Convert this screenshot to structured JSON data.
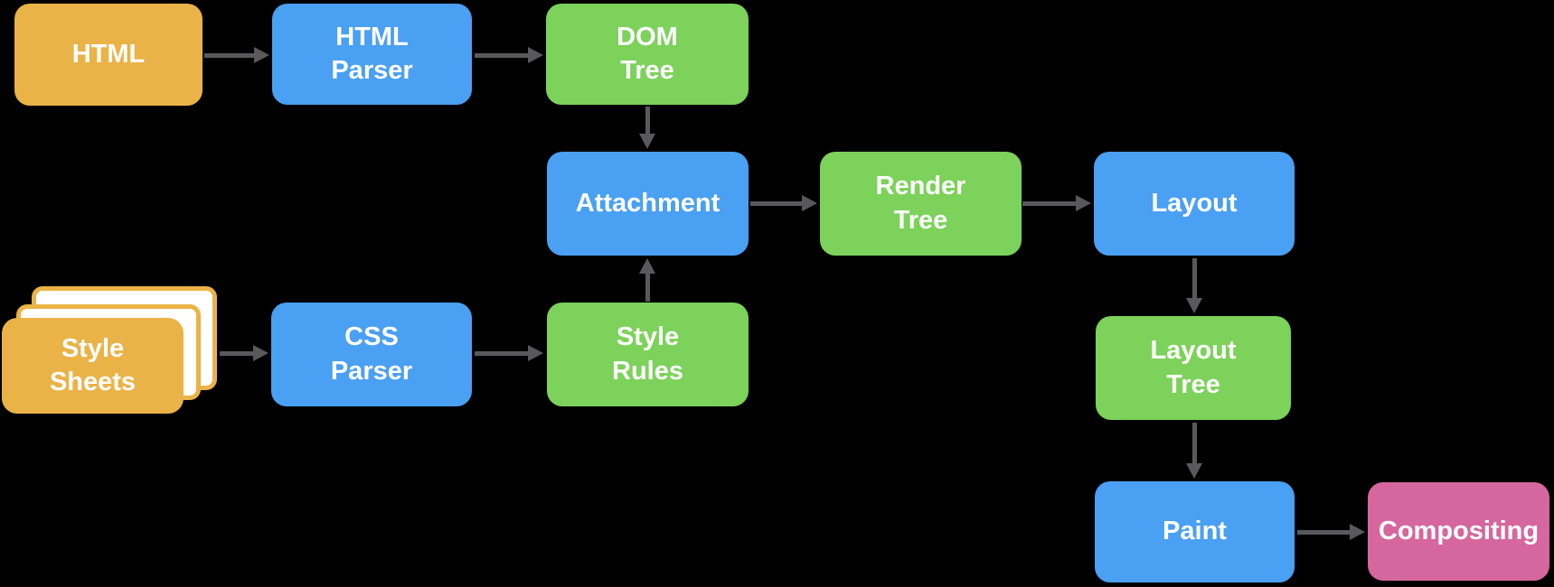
{
  "diagram": {
    "background": "#000000",
    "nodes": {
      "html": {
        "label": "HTML",
        "color": "#EAB347"
      },
      "html_parser": {
        "label": "HTML\nParser",
        "color": "#4AA0F2"
      },
      "dom_tree": {
        "label": "DOM\nTree",
        "color": "#7CD25A"
      },
      "attachment": {
        "label": "Attachment",
        "color": "#4AA0F2"
      },
      "render_tree": {
        "label": "Render\nTree",
        "color": "#7CD25A"
      },
      "layout": {
        "label": "Layout",
        "color": "#4AA0F2"
      },
      "style_sheets": {
        "label": "Style\nSheets",
        "color": "#EAB347"
      },
      "css_parser": {
        "label": "CSS\nParser",
        "color": "#4AA0F2"
      },
      "style_rules": {
        "label": "Style\nRules",
        "color": "#7CD25A"
      },
      "layout_tree": {
        "label": "Layout\nTree",
        "color": "#7CD25A"
      },
      "paint": {
        "label": "Paint",
        "color": "#4AA0F2"
      },
      "compositing": {
        "label": "Compositing",
        "color": "#D5679E"
      }
    },
    "edges": [
      {
        "from": "HTML",
        "to": "HTML Parser",
        "direction": "right"
      },
      {
        "from": "HTML Parser",
        "to": "DOM Tree",
        "direction": "right"
      },
      {
        "from": "DOM Tree",
        "to": "Attachment",
        "direction": "down"
      },
      {
        "from": "Attachment",
        "to": "Render Tree",
        "direction": "right"
      },
      {
        "from": "Render Tree",
        "to": "Layout",
        "direction": "right"
      },
      {
        "from": "Style Sheets",
        "to": "CSS Parser",
        "direction": "right"
      },
      {
        "from": "CSS Parser",
        "to": "Style Rules",
        "direction": "right"
      },
      {
        "from": "Style Rules",
        "to": "Attachment",
        "direction": "up"
      },
      {
        "from": "Layout",
        "to": "Layout Tree",
        "direction": "down"
      },
      {
        "from": "Layout Tree",
        "to": "Paint",
        "direction": "down"
      },
      {
        "from": "Paint",
        "to": "Compositing",
        "direction": "right"
      }
    ],
    "colors": {
      "source_orange": "#EAB347",
      "process_blue": "#4AA0F2",
      "tree_green": "#7CD25A",
      "compositing_pink": "#D5679E",
      "arrow_gray": "#59595B",
      "label_text": "#FFFFFF",
      "background": "#000000"
    }
  }
}
